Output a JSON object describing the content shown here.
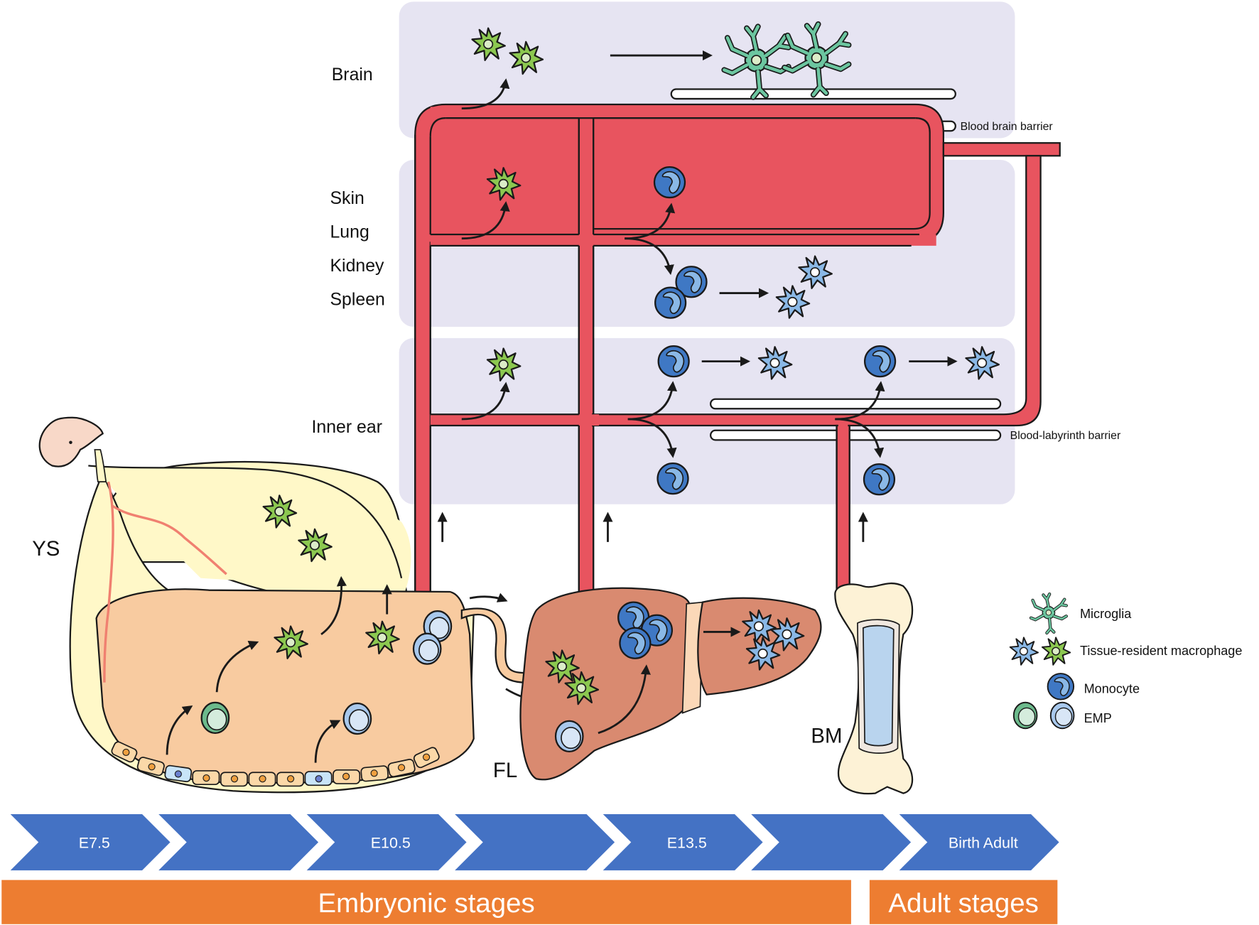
{
  "figure": {
    "title": "Origin of tissue-resident macrophages across developmental stages"
  },
  "organs": {
    "brain": "Brain",
    "skin": "Skin",
    "lung": "Lung",
    "kidney": "Kidney",
    "spleen": "Spleen",
    "inner_ear": "Inner ear"
  },
  "barriers": {
    "blood_brain": "Blood brain barrier",
    "blood_labyrinth": "Blood-labyrinth barrier"
  },
  "sites": {
    "yolk_sac": "YS",
    "fetal_liver": "FL",
    "bone_marrow": "BM"
  },
  "legend": {
    "microglia": "Microglia",
    "tissue_resident_macrophage": "Tissue-resident macrophage",
    "monocyte": "Monocyte",
    "emp": "EMP"
  },
  "timeline": {
    "chevrons": [
      "E7.5",
      "",
      "E10.5",
      "",
      "E13.5",
      "",
      "Birth Adult"
    ],
    "stages": [
      {
        "label": "Embryonic stages"
      },
      {
        "label": "Adult stages"
      }
    ]
  },
  "colors": {
    "panel": "#e6e4f2",
    "vessel": "#e8545f",
    "chevron": "#4472c4",
    "stage_bar": "#ed7d31",
    "yolk_sac": "#fff8c8",
    "embryo_tissue": "#f8cba0",
    "fetal_liver": "#d98a70",
    "bone": "#fdf2d6",
    "marrow": "#b9d4ee",
    "green_macrophage": "#8cc850",
    "blue_macrophage": "#8ab8e6",
    "microglia": "#6cc6a0",
    "monocyte": "#3f78c4",
    "emp_green": "#6cba8c",
    "emp_blue": "#a8c8ec"
  }
}
